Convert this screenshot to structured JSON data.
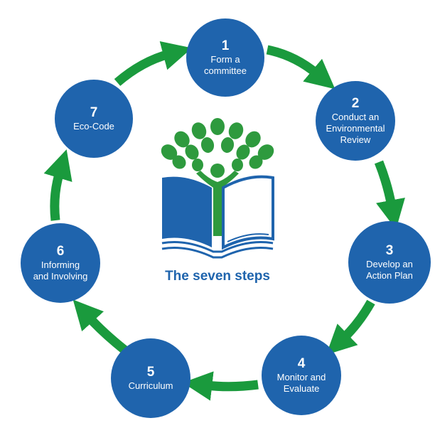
{
  "title": "The seven steps",
  "colors": {
    "step_fill": "#1f64ad",
    "arrow": "#1a9a3d",
    "logo_green": "#2e9a3e",
    "logo_blue": "#1f64ad"
  },
  "steps": [
    {
      "number": "1",
      "label": "Form a\ncommittee"
    },
    {
      "number": "2",
      "label": "Conduct an\nEnvironmental\nReview"
    },
    {
      "number": "3",
      "label": "Develop an\nAction Plan"
    },
    {
      "number": "4",
      "label": "Monitor and\nEvaluate"
    },
    {
      "number": "5",
      "label": "Curriculum"
    },
    {
      "number": "6",
      "label": "Informing\nand Involving"
    },
    {
      "number": "7",
      "label": "Eco-Code"
    }
  ],
  "logo_icon": "eco-schools-tree-book-icon"
}
